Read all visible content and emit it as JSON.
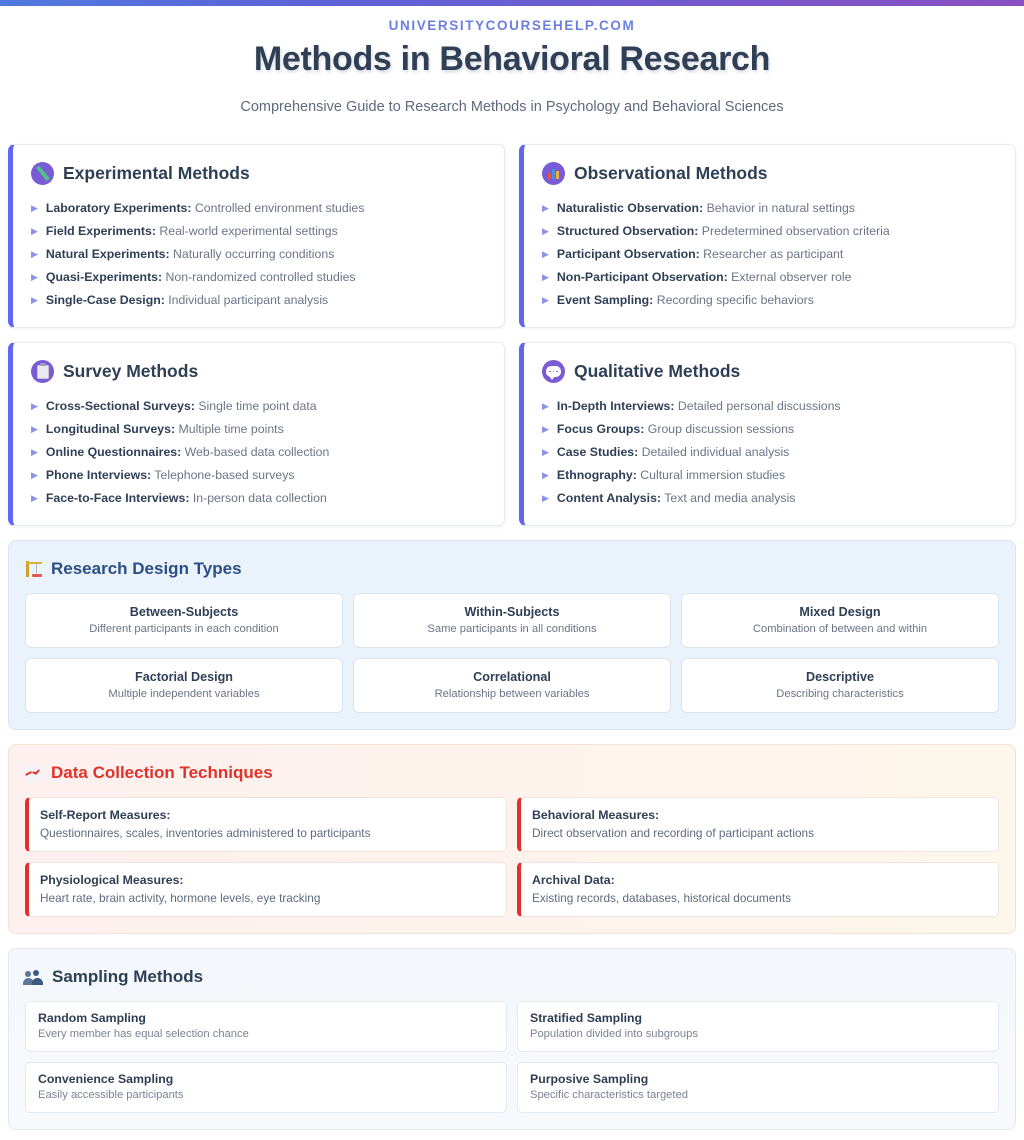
{
  "theme": {
    "accent_indigo": "#6366f1",
    "accent_blue": "#2b4f86",
    "accent_red": "#e0322b",
    "brand_blue": "#6b7fe3",
    "title_slate": "#2f3f55"
  },
  "header": {
    "brand": "UNIVERSITYCOURSEHELP.COM",
    "title": "Methods in Behavioral Research",
    "subtitle": "Comprehensive Guide to Research Methods in Psychology and Behavioral Sciences"
  },
  "method_cards": [
    {
      "icon": "flask-icon",
      "title": "Experimental Methods",
      "items": [
        {
          "term": "Laboratory Experiments:",
          "desc": "Controlled environment studies"
        },
        {
          "term": "Field Experiments:",
          "desc": "Real-world experimental settings"
        },
        {
          "term": "Natural Experiments:",
          "desc": "Naturally occurring conditions"
        },
        {
          "term": "Quasi-Experiments:",
          "desc": "Non-randomized controlled studies"
        },
        {
          "term": "Single-Case Design:",
          "desc": "Individual participant analysis"
        }
      ]
    },
    {
      "icon": "bar-chart-icon",
      "title": "Observational Methods",
      "items": [
        {
          "term": "Naturalistic Observation:",
          "desc": "Behavior in natural settings"
        },
        {
          "term": "Structured Observation:",
          "desc": "Predetermined observation criteria"
        },
        {
          "term": "Participant Observation:",
          "desc": "Researcher as participant"
        },
        {
          "term": "Non-Participant Observation:",
          "desc": "External observer role"
        },
        {
          "term": "Event Sampling:",
          "desc": "Recording specific behaviors"
        }
      ]
    },
    {
      "icon": "clipboard-icon",
      "title": "Survey Methods",
      "items": [
        {
          "term": "Cross-Sectional Surveys:",
          "desc": "Single time point data"
        },
        {
          "term": "Longitudinal Surveys:",
          "desc": "Multiple time points"
        },
        {
          "term": "Online Questionnaires:",
          "desc": "Web-based data collection"
        },
        {
          "term": "Phone Interviews:",
          "desc": "Telephone-based surveys"
        },
        {
          "term": "Face-to-Face Interviews:",
          "desc": "In-person data collection"
        }
      ]
    },
    {
      "icon": "speech-bubble-icon",
      "title": "Qualitative Methods",
      "items": [
        {
          "term": "In-Depth Interviews:",
          "desc": "Detailed personal discussions"
        },
        {
          "term": "Focus Groups:",
          "desc": "Group discussion sessions"
        },
        {
          "term": "Case Studies:",
          "desc": "Detailed individual analysis"
        },
        {
          "term": "Ethnography:",
          "desc": "Cultural immersion studies"
        },
        {
          "term": "Content Analysis:",
          "desc": "Text and media analysis"
        }
      ]
    }
  ],
  "research_design": {
    "icon": "construction-icon",
    "title": "Research Design Types",
    "cells": [
      {
        "name": "Between-Subjects",
        "desc": "Different participants in each condition"
      },
      {
        "name": "Within-Subjects",
        "desc": "Same participants in all conditions"
      },
      {
        "name": "Mixed Design",
        "desc": "Combination of between and within"
      },
      {
        "name": "Factorial Design",
        "desc": "Multiple independent variables"
      },
      {
        "name": "Correlational",
        "desc": "Relationship between variables"
      },
      {
        "name": "Descriptive",
        "desc": "Describing characteristics"
      }
    ]
  },
  "data_collection": {
    "icon": "line-chart-icon",
    "title": "Data Collection Techniques",
    "cells": [
      {
        "name": "Self-Report Measures:",
        "desc": "Questionnaires, scales, inventories administered to participants"
      },
      {
        "name": "Behavioral Measures:",
        "desc": "Direct observation and recording of participant actions"
      },
      {
        "name": "Physiological Measures:",
        "desc": "Heart rate, brain activity, hormone levels, eye tracking"
      },
      {
        "name": "Archival Data:",
        "desc": "Existing records, databases, historical documents"
      }
    ]
  },
  "sampling": {
    "icon": "busts-icon",
    "title": "Sampling Methods",
    "cells": [
      {
        "name": "Random Sampling",
        "desc": "Every member has equal selection chance"
      },
      {
        "name": "Stratified Sampling",
        "desc": "Population divided into subgroups"
      },
      {
        "name": "Convenience Sampling",
        "desc": "Easily accessible participants"
      },
      {
        "name": "Purposive Sampling",
        "desc": "Specific characteristics targeted"
      }
    ]
  }
}
